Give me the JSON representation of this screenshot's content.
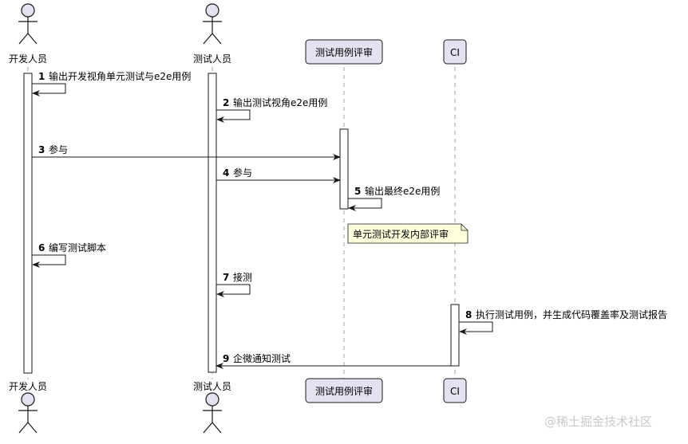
{
  "participants": [
    {
      "id": "dev",
      "name": "开发人员",
      "kind": "actor"
    },
    {
      "id": "tester",
      "name": "测试人员",
      "kind": "actor"
    },
    {
      "id": "review",
      "name": "测试用例评审",
      "kind": "participant"
    },
    {
      "id": "ci",
      "name": "CI",
      "kind": "participant"
    }
  ],
  "messages": [
    {
      "num": "1",
      "text": "输出开发视角单元测试与e2e用例",
      "from": "dev",
      "to": "dev"
    },
    {
      "num": "2",
      "text": "输出测试视角e2e用例",
      "from": "tester",
      "to": "tester"
    },
    {
      "num": "3",
      "text": "参与",
      "from": "dev",
      "to": "review"
    },
    {
      "num": "4",
      "text": "参与",
      "from": "tester",
      "to": "review"
    },
    {
      "num": "5",
      "text": "输出最终e2e用例",
      "from": "review",
      "to": "review"
    },
    {
      "num": "6",
      "text": "编写测试脚本",
      "from": "dev",
      "to": "dev"
    },
    {
      "num": "7",
      "text": "接测",
      "from": "tester",
      "to": "tester"
    },
    {
      "num": "8",
      "text": "执行测试用例，并生成代码覆盖率及测试报告",
      "from": "ci",
      "to": "ci"
    },
    {
      "num": "9",
      "text": "企微通知测试",
      "from": "ci",
      "to": "tester"
    }
  ],
  "note": {
    "text": "单元测试开发内部评审",
    "over": "review"
  },
  "watermark": "@稀土掘金技术社区",
  "colors": {
    "participant_fill": "#E2E2F0",
    "participant_border": "#181818",
    "note_fill": "#FEFFDD",
    "lifeline": "#A0A0A0",
    "activation_fill": "#ffffff"
  }
}
